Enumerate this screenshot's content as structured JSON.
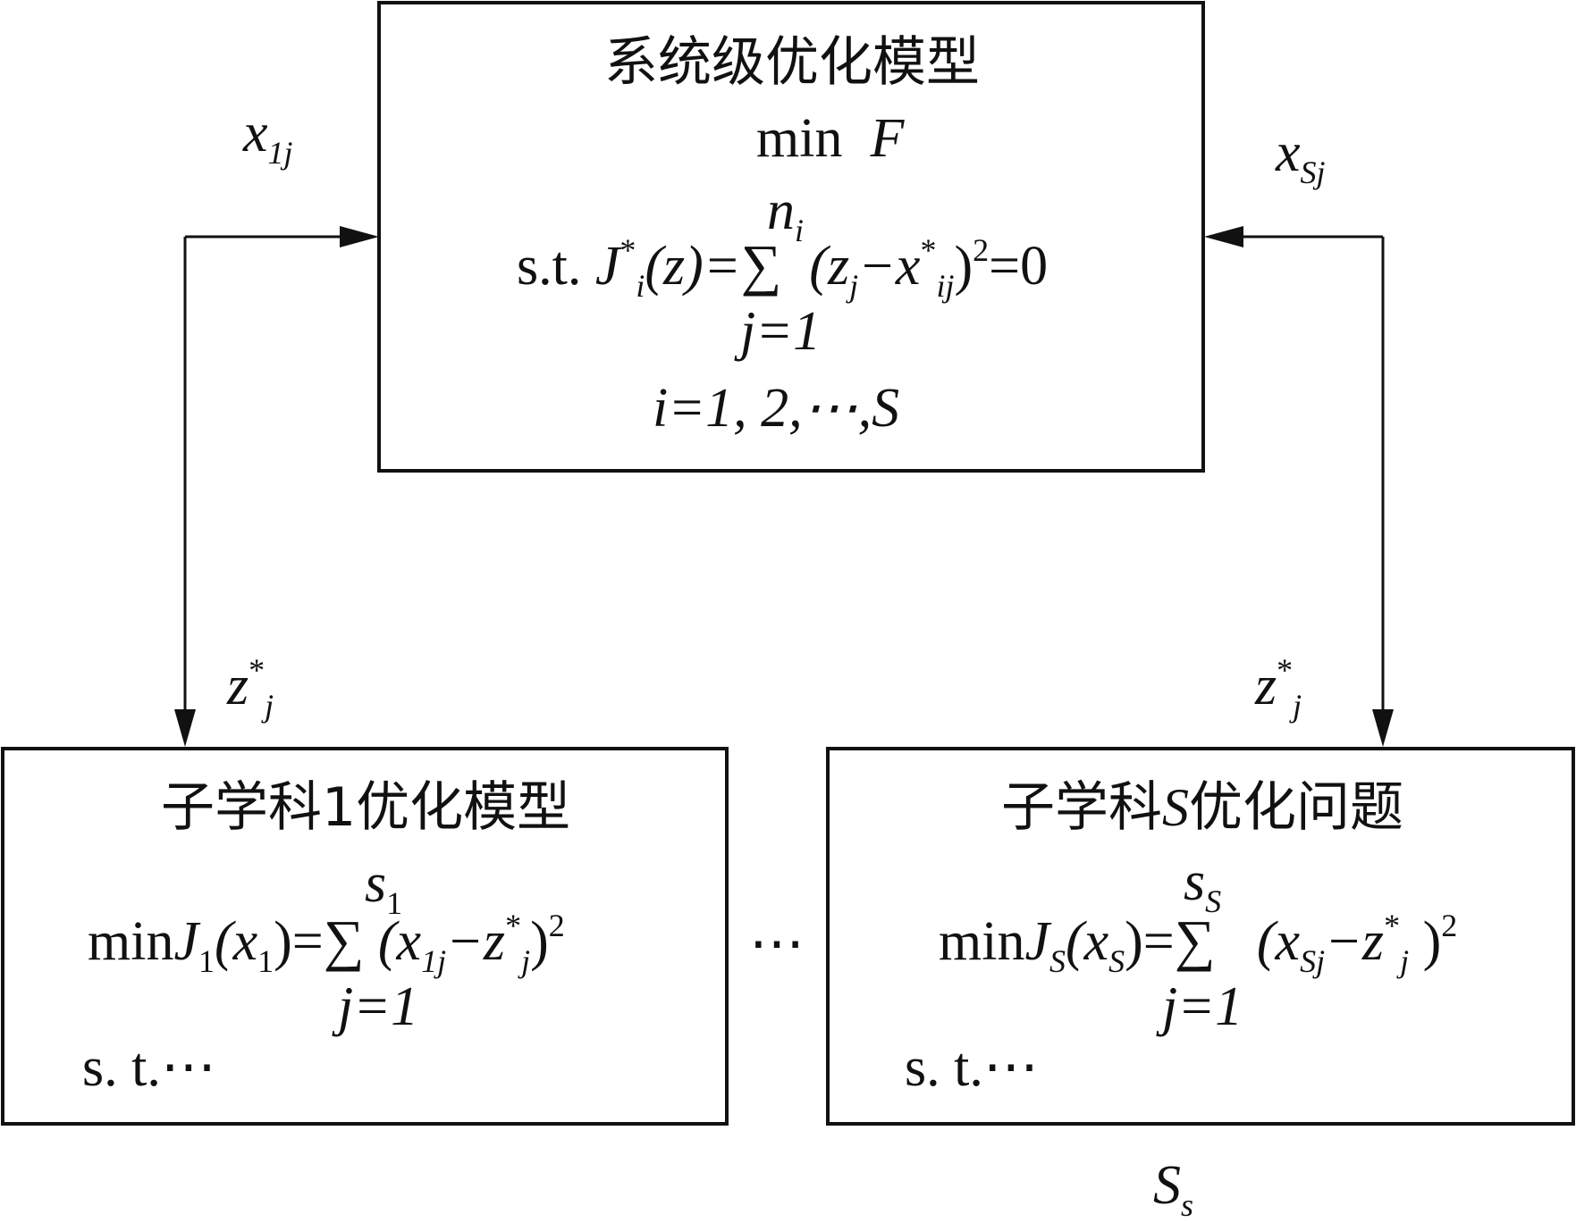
{
  "system_box": {
    "title": "系统级优化模型",
    "objective_min": "min",
    "objective_var": "F",
    "constraint_prefix": "s.t.",
    "constraint_J": "J",
    "constraint_star": "*",
    "constraint_i": "i",
    "constraint_arg": "(z)=",
    "sum_top": "n",
    "sum_top_sub": "i",
    "sum_symbol": "∑",
    "sum_bottom": "j=1",
    "term_open": "(z",
    "term_j": "j",
    "term_minus": "−x",
    "term_star": "*",
    "term_ij": "ij",
    "term_close": ")",
    "term_sq": "2",
    "term_eq": "=0",
    "index_range": "i=1, 2,⋯,S"
  },
  "left_arrow": {
    "up_label_base": "x",
    "up_label_sub": "1j",
    "down_label_base": "z",
    "down_label_star": "*",
    "down_label_sub": "j"
  },
  "right_arrow": {
    "up_label_base": "x",
    "up_label_sub": "Sj",
    "down_label_base": "z",
    "down_label_star": "*",
    "down_label_sub": "j"
  },
  "sub1_box": {
    "title": "子学科1优化模型",
    "min": "min",
    "J": "J",
    "J_sub": "1",
    "arg_open": "(x",
    "arg_sub": "1",
    "arg_close": ")=",
    "sum_top": "s",
    "sum_top_sub": "1",
    "sum_symbol": "∑",
    "sum_bottom": "j=1",
    "term_open": "(x",
    "term_sub": "1j",
    "term_minus": "−z",
    "term_star": "*",
    "term_j": "j",
    "term_close": ")",
    "term_sq": "2",
    "st": "s. t.⋯"
  },
  "ellipsis": "⋯",
  "subS_box": {
    "title_a": "子学科",
    "title_S": "S",
    "title_b": "优化问题",
    "min": "min",
    "J": "J",
    "J_sub": "S",
    "arg_open": "(x",
    "arg_sub": "S",
    "arg_close": ")=",
    "sum_top": "s",
    "sum_top_sub": "S",
    "sum_symbol": "∑",
    "sum_bottom": "j=1",
    "term_open": "(x",
    "term_sub": "Sj",
    "term_minus": "−z",
    "term_star": "*",
    "term_j": "j",
    "term_close": ")",
    "term_sq": "2",
    "st": "s. t.⋯"
  },
  "footer_label": {
    "base": "S",
    "sub": "s"
  }
}
